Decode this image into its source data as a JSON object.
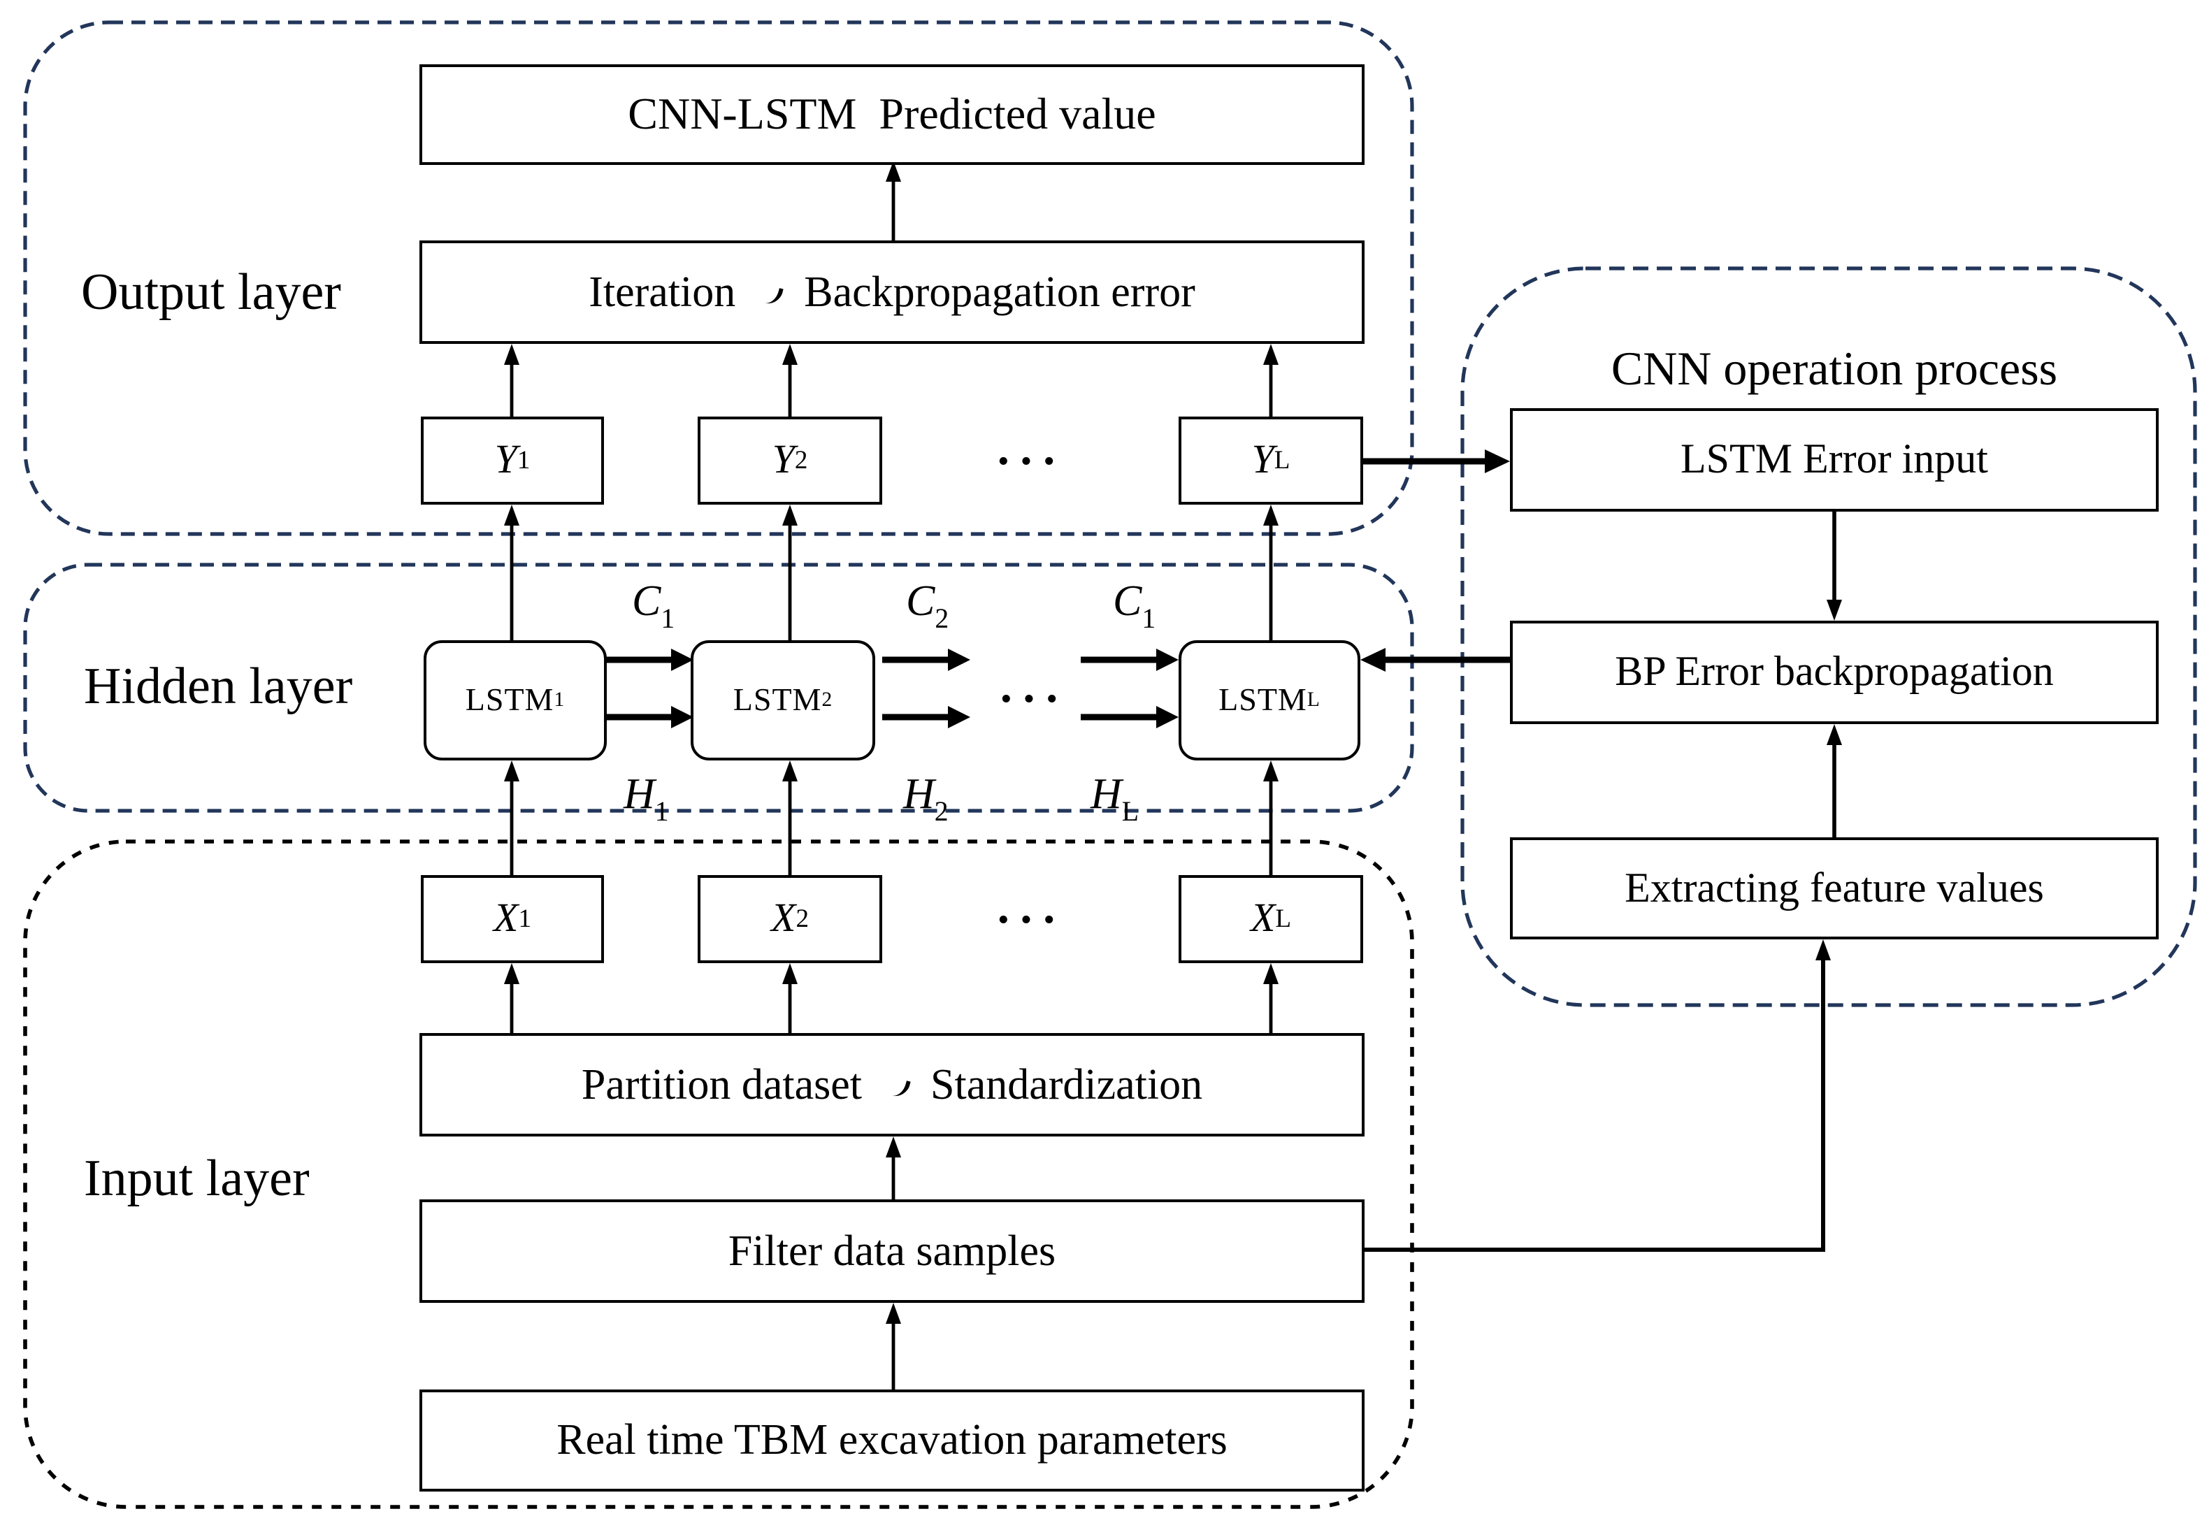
{
  "diagram": {
    "layers": {
      "output": {
        "label": "Output layer"
      },
      "hidden": {
        "label": "Hidden layer"
      },
      "input": {
        "label": "Input layer"
      }
    },
    "cnn_panel": {
      "title": "CNN operation process"
    },
    "boxes": {
      "predicted_value": "CNN-LSTM  Predicted value",
      "iteration": {
        "left": "Iteration",
        "separator": "、",
        "right": "Backpropagation error"
      },
      "partition": {
        "left": "Partition dataset",
        "separator": "、",
        "right": "Standardization"
      },
      "filter": "Filter data samples",
      "realtime": "Real time TBM excavation parameters",
      "lstm_error_input": "LSTM Error input",
      "bp_error": "BP Error backpropagation",
      "extracting": "Extracting feature values"
    },
    "nodes": {
      "y": [
        {
          "base": "Y",
          "sub": "1"
        },
        {
          "base": "Y",
          "sub": "2"
        },
        {
          "base": "Y",
          "sub": "L"
        }
      ],
      "lstm": [
        {
          "base": "LSTM",
          "sub": "1"
        },
        {
          "base": "LSTM",
          "sub": "2"
        },
        {
          "base": "LSTM",
          "sub": "L"
        }
      ],
      "x": [
        {
          "base": "X",
          "sub": "1"
        },
        {
          "base": "X",
          "sub": "2"
        },
        {
          "base": "X",
          "sub": "L"
        }
      ],
      "c_labels": [
        {
          "base": "C",
          "sub": "1"
        },
        {
          "base": "C",
          "sub": "2"
        },
        {
          "base": "C",
          "sub": "1"
        }
      ],
      "h_labels": [
        {
          "base": "H",
          "sub": "1"
        },
        {
          "base": "H",
          "sub": "2"
        },
        {
          "base": "H",
          "sub": "L"
        }
      ],
      "ellipsis": "···"
    },
    "colors": {
      "dash_navy": "#22365a",
      "dash_black": "#000000",
      "line": "#000000",
      "box_background": "#ffffff"
    }
  }
}
